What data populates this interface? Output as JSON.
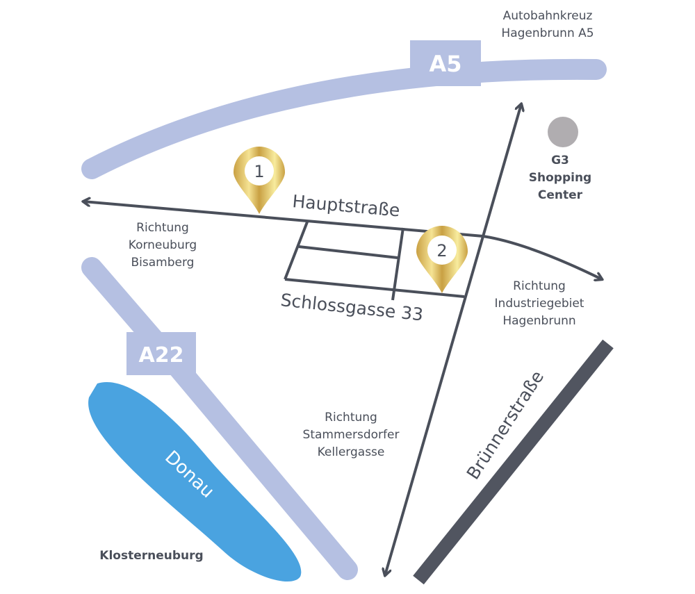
{
  "highways": {
    "a5": {
      "label": "A5"
    },
    "a22": {
      "label": "A22"
    }
  },
  "streets": {
    "hauptstrasse": "Hauptstraße",
    "schlossgasse": "Schlossgasse 33",
    "bruennerstrasse": "Brünnerstraße"
  },
  "river": {
    "label": "Donau"
  },
  "pins": [
    {
      "label": "1"
    },
    {
      "label": "2"
    }
  ],
  "directions": {
    "autobahnkreuz": [
      "Autobahnkreuz",
      "Hagenbrunn A5"
    ],
    "korneuburg": [
      "Richtung",
      "Korneuburg",
      "Bisamberg"
    ],
    "industriegebiet": [
      "Richtung",
      "Industriegebiet",
      "Hagenbrunn"
    ],
    "stammersdorf": [
      "Richtung",
      "Stammersdorfer",
      "Kellergasse"
    ]
  },
  "places": {
    "g3": [
      "G3",
      "Shopping",
      "Center"
    ],
    "klosterneuburg": "Klosterneuburg"
  },
  "colors": {
    "highway": "#b5c0e2",
    "road": "#4a4f5a",
    "river": "#4aa3e0",
    "gold": "#d4a84a",
    "g3": "#b0adb0"
  }
}
